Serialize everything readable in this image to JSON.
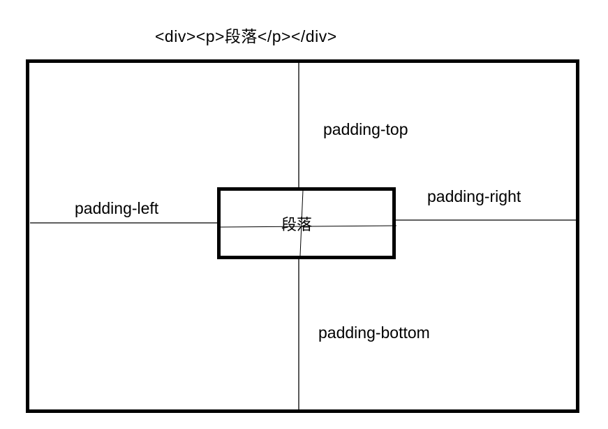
{
  "caption": "<div><p>段落</p></div>",
  "labels": {
    "padding_top": "padding-top",
    "padding_left": "padding-left",
    "padding_right": "padding-right",
    "padding_bottom": "padding-bottom",
    "paragraph": "段落"
  },
  "colors": {
    "stroke": "#000000",
    "background": "#ffffff"
  }
}
